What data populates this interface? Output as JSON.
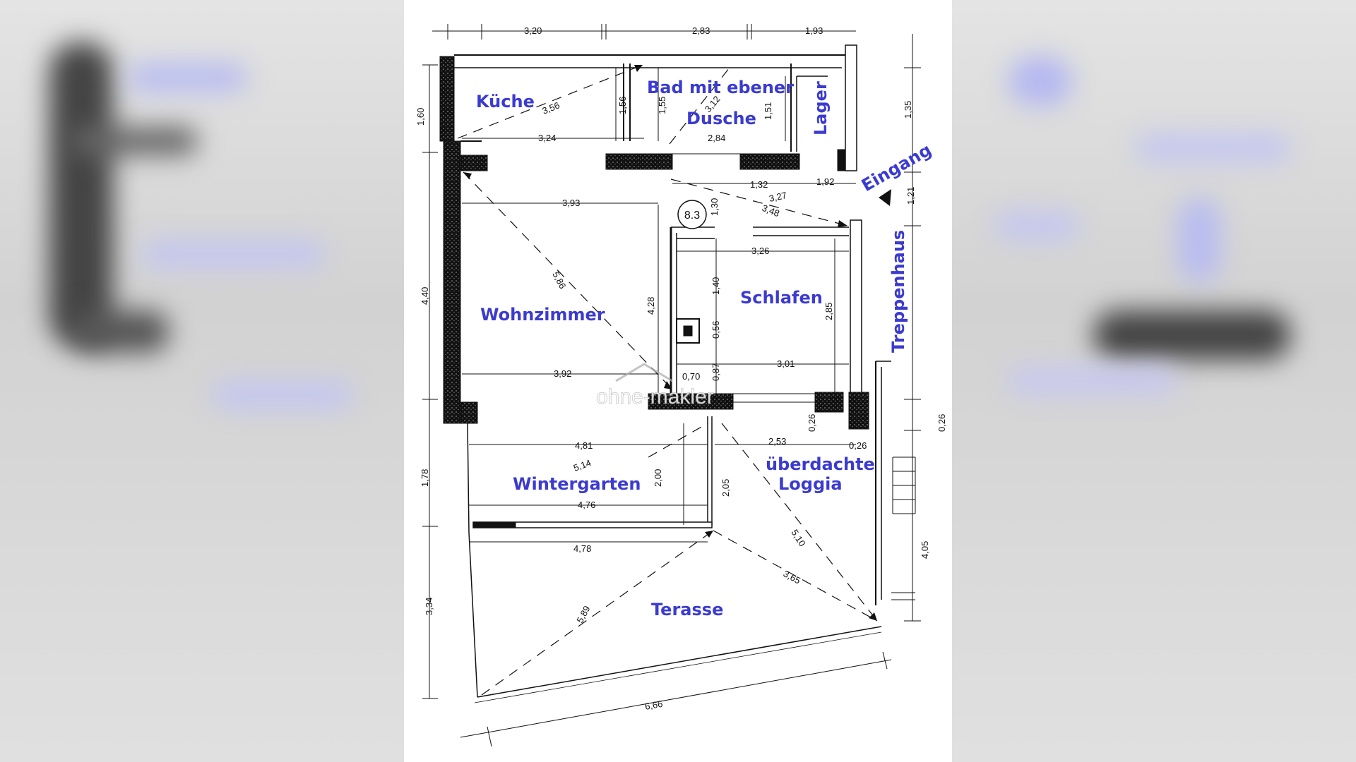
{
  "rooms": {
    "kueche": "Küche",
    "bad": "Bad mit ebener",
    "dusche": "Dusche",
    "lager": "Lager",
    "eingang": "Eingang",
    "treppenhaus": "Treppenhaus",
    "wohnzimmer": "Wohnzimmer",
    "schlafen": "Schlafen",
    "wintergarten": "Wintergarten",
    "ueberdachte": "überdachte",
    "loggia": "Loggia",
    "terasse": "Terasse"
  },
  "room_code": "8.3",
  "watermark": "ohne-makler",
  "dimensions": {
    "d320": "3,20",
    "d283": "2,83",
    "d193": "1,93",
    "d160": "1,60",
    "d356": "3,56",
    "d156": "1,56",
    "d155": "1,55",
    "d312": "3,12",
    "d151": "1,51",
    "d135": "1,35",
    "d324": "3,24",
    "d284": "2,84",
    "d132": "1,32",
    "d192": "1,92",
    "d327": "3,27",
    "d348": "3,48",
    "d121": "1,21",
    "d393": "3,93",
    "d130": "1,30",
    "d326": "3,26",
    "d440": "4,40",
    "d586": "5,86",
    "d428": "4,28",
    "d140": "1,40",
    "d285": "2,85",
    "d056": "0,56",
    "d392": "3,92",
    "d070": "0,70",
    "d087": "0,87",
    "d301": "3,01",
    "d026a": "0,26",
    "d026b": "0,26",
    "d026c": "0,26",
    "d481": "4,81",
    "d253": "2,53",
    "d514": "5,14",
    "d178": "1,78",
    "d200": "2,00",
    "d205": "2,05",
    "d476": "4,76",
    "d478": "4,78",
    "d510": "5,10",
    "d405": "4,05",
    "d334": "3,34",
    "d589": "5,89",
    "d365": "3,65",
    "d666": "6,66"
  }
}
